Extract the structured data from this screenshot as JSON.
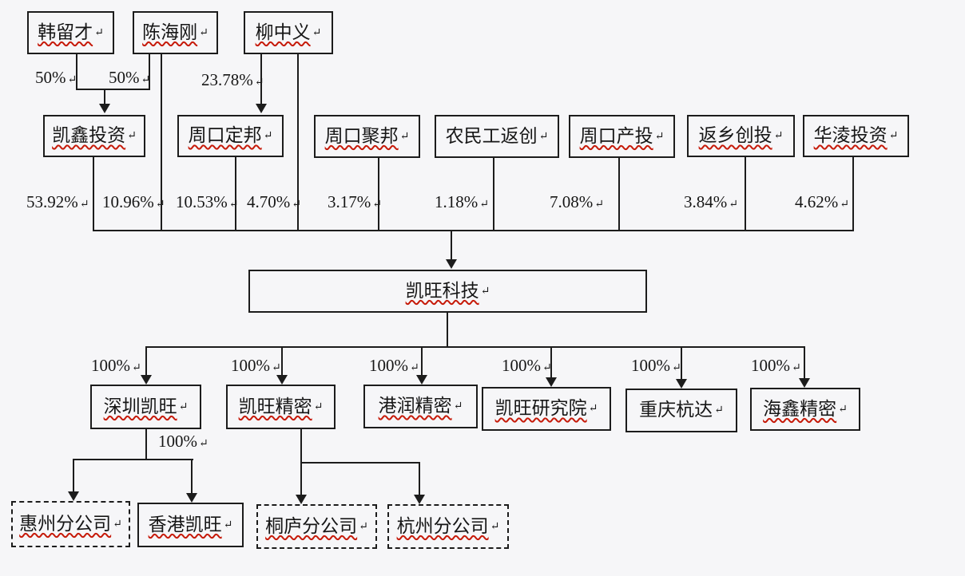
{
  "marks": {
    "return": "↵"
  },
  "colors": {
    "background": "#f6f6f8",
    "line": "#1c1c1c",
    "text": "#161616",
    "squiggle": "#c61a09"
  },
  "diagram": {
    "shareholders_row1": [
      {
        "label": "韩留才"
      },
      {
        "label": "陈海刚"
      },
      {
        "label": "柳中义"
      }
    ],
    "shareholders_row2": [
      {
        "label": "凯鑫投资"
      },
      {
        "label": "周口定邦"
      },
      {
        "label": "周口聚邦"
      },
      {
        "label": "农民工返创"
      },
      {
        "label": "周口产投"
      },
      {
        "label": "返乡创投"
      },
      {
        "label": "华淩投资"
      }
    ],
    "company": {
      "label": "凯旺科技"
    },
    "subsidiaries": [
      {
        "label": "深圳凯旺"
      },
      {
        "label": "凯旺精密"
      },
      {
        "label": "港润精密"
      },
      {
        "label": "凯旺研究院"
      },
      {
        "label": "重庆杭达"
      },
      {
        "label": "海鑫精密"
      }
    ],
    "branches": [
      {
        "label": "惠州分公司"
      },
      {
        "label": "香港凯旺"
      },
      {
        "label": "桐庐分公司"
      },
      {
        "label": "杭州分公司"
      }
    ],
    "ownership": {
      "han_to_kaixin": "50%",
      "chen_to_kaixin": "50%",
      "liu_to_dingbang": "23.78%",
      "kaixin_to_company": "53.92%",
      "chen_to_company": "10.96%",
      "dingbang_to_company": "10.53%",
      "liu_to_company": "4.70%",
      "jubang_to_company": "3.17%",
      "nongmingong_to_company": "1.18%",
      "chantou_to_company": "7.08%",
      "fanxiang_to_company": "3.84%",
      "hualing_to_company": "4.62%",
      "full": "100%"
    }
  }
}
